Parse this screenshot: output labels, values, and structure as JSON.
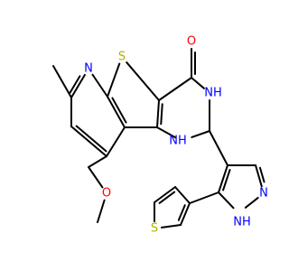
{
  "molecule": {
    "colors": {
      "carbon": "#000000",
      "nitrogen": "#0000ff",
      "oxygen": "#ff0000",
      "sulfur": "#b2b200"
    },
    "atom_labels": {
      "O_carbonyl": "O",
      "O_ether": "O",
      "S_ring": "S",
      "S_thiophene": "S",
      "N_pyridine": "N",
      "NH_top": "NH",
      "NH_bottom": "NH",
      "N_pyrazole_top": "N",
      "NH_pyrazole_bottom": "NH"
    }
  }
}
